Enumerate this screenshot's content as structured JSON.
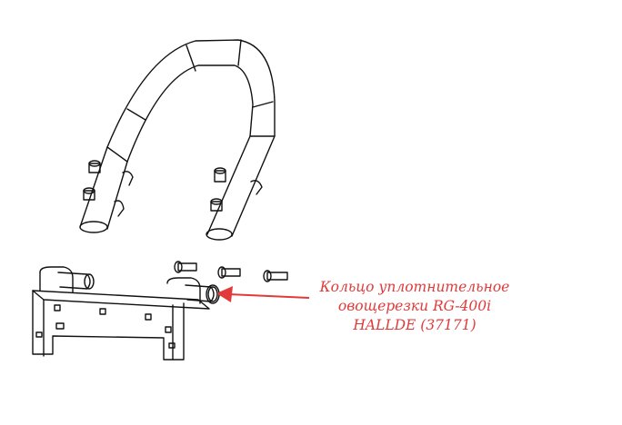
{
  "callout": {
    "lines": [
      "Кольцо уплотнительное",
      "овощерезки RG-400i",
      "HALLDE (37171)"
    ],
    "color": "#e03a3a"
  },
  "parts": [
    {
      "name": "u-shaped-handle"
    },
    {
      "name": "sealing-ring-target"
    },
    {
      "name": "mounting-bracket"
    },
    {
      "name": "pins"
    }
  ]
}
